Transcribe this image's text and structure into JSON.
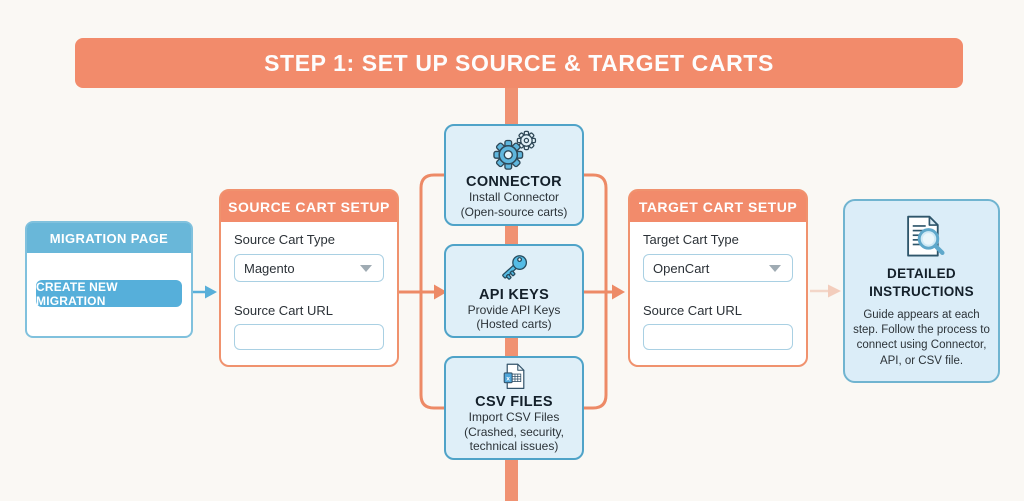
{
  "banner": {
    "title": "STEP 1: SET UP SOURCE & TARGET CARTS"
  },
  "migration_page": {
    "title": "MIGRATION PAGE",
    "button_label": "CREATE NEW MIGRATION"
  },
  "source_cart": {
    "title": "SOURCE CART SETUP",
    "type_label": "Source Cart Type",
    "type_value": "Magento",
    "url_label": "Source Cart URL",
    "url_value": ""
  },
  "methods": [
    {
      "icon": "gears-icon",
      "title": "CONNECTOR",
      "line1": "Install Connector",
      "line2": "(Open-source carts)"
    },
    {
      "icon": "key-icon",
      "title": "API KEYS",
      "line1": "Provide API Keys",
      "line2": "(Hosted carts)"
    },
    {
      "icon": "csv-file-icon",
      "title": "CSV FILES",
      "line1": "Import CSV Files",
      "line2": "(Crashed, security, technical issues)"
    }
  ],
  "target_cart": {
    "title": "TARGET CART SETUP",
    "type_label": "Target Cart Type",
    "type_value": "OpenCart",
    "url_label": "Source Cart URL",
    "url_value": ""
  },
  "detailed_instructions": {
    "icon": "document-magnifier-icon",
    "title": "DETAILED INSTRUCTIONS",
    "body": "Guide appears at each step. Follow the process to connect using Connector, API, or CSV file."
  },
  "colors": {
    "accent_salmon": "#F28B6B",
    "accent_blue": "#58AFD9",
    "blue_header": "#69B7D9",
    "method_fill": "#DFEFF8",
    "method_border": "#4FA3C8",
    "input_border": "#A9D0E3",
    "faint_arrow": "#F3D3C3",
    "background": "#FAF8F4",
    "text_dark": "#2B3137"
  }
}
